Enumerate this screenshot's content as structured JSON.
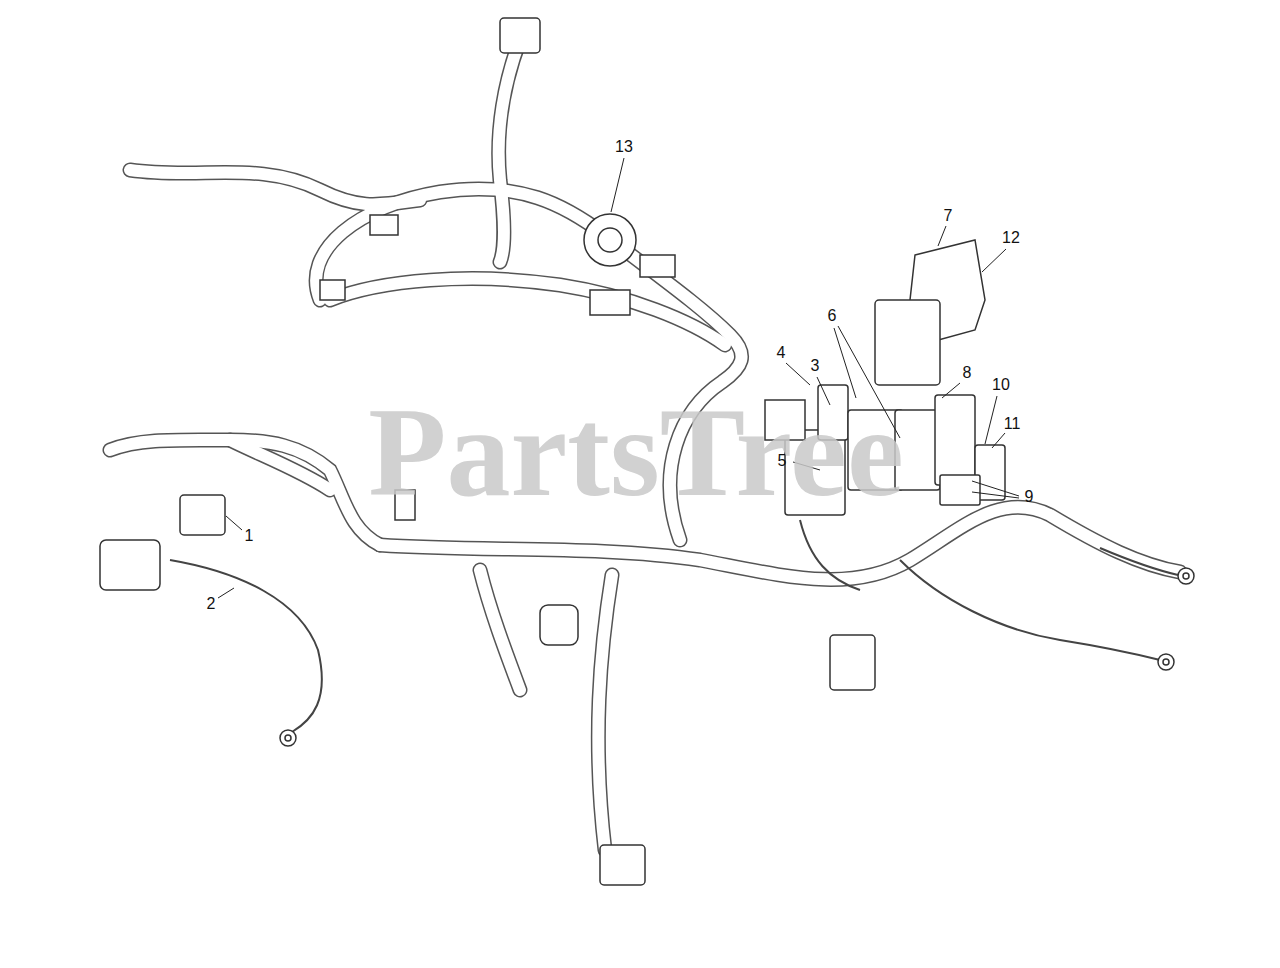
{
  "diagram": {
    "labels": [
      "13",
      "7",
      "12",
      "6",
      "4",
      "3",
      "8",
      "10",
      "11",
      "5",
      "PartsTree",
      "9",
      "1",
      "2"
    ]
  }
}
